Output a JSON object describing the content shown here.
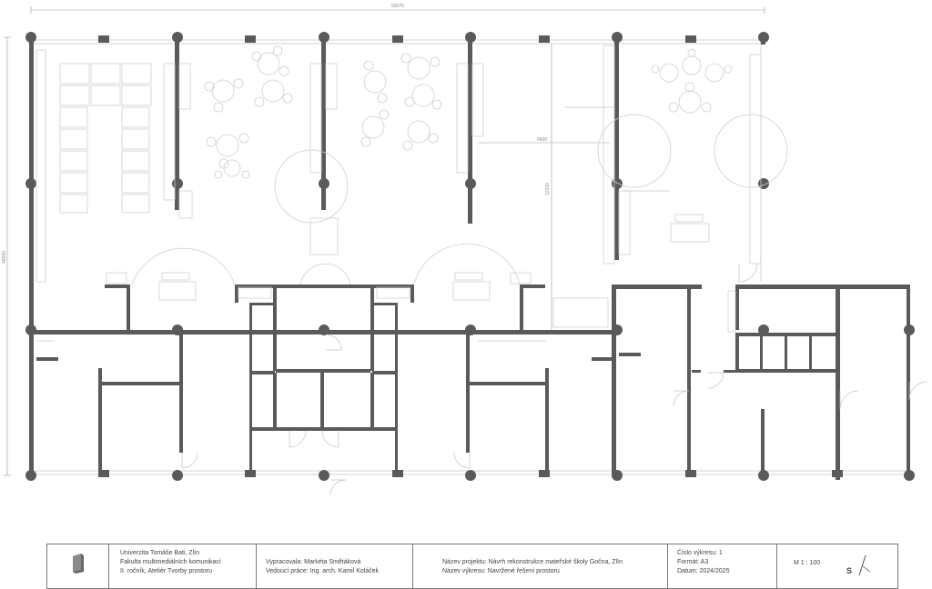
{
  "dimensions": {
    "overall_width": "50075",
    "overall_height": "48550",
    "room_depth": "12100",
    "span": "6600"
  },
  "title_block": {
    "school": [
      "Univerzita Tomáše Bati, Zlín",
      "Fakulta multimediálních komunikací",
      "II. ročník, Ateliér Tvorby prostoru"
    ],
    "author": "Vypracovala: Markéta Smětáková",
    "supervisor": "Vedoucí práce: Ing. arch. Kamil Koláček",
    "project": "Název projektu: Návrh rekonstrukce mateřské školy Gočna, Zlín",
    "drawing": "Název výkresu: Navržené řešení prostoru",
    "drawing_number": "Číslo výkresu: 1",
    "format": "Formát: A3",
    "date": "Datum: 2024/2025",
    "scale": "M 1 : 100",
    "north_label": "S"
  },
  "colors": {
    "wall": "#5a5a5a",
    "line": "#c4c4c4",
    "border": "#777777"
  },
  "icons": {
    "logo": "book-logo-icon",
    "north": "north-arrow-icon"
  }
}
